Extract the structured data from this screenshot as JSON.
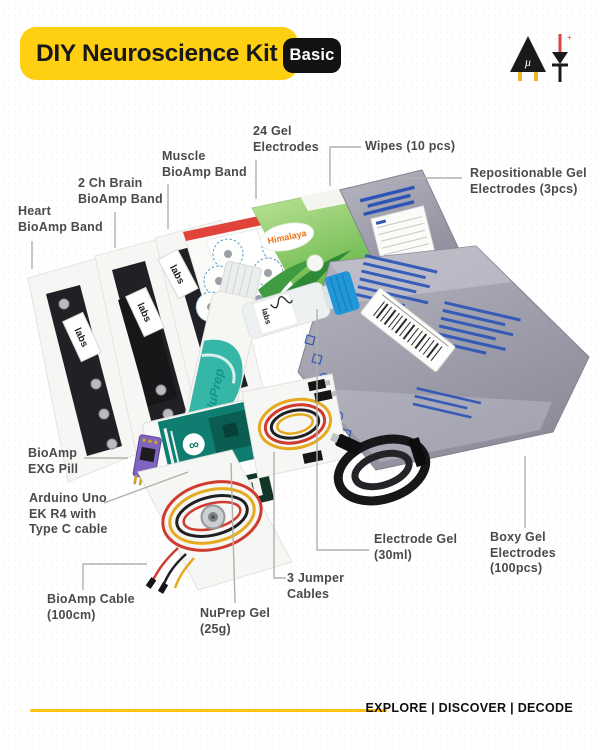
{
  "header": {
    "title": "DIY Neuroscience Kit",
    "badge": "Basic"
  },
  "logo": {
    "name": "upside-down-labs-logo",
    "opamp_mu": "µ"
  },
  "annotations": {
    "heart": {
      "lines": [
        "Heart",
        "BioAmp Band"
      ]
    },
    "brain": {
      "lines": [
        "2 Ch Brain",
        "BioAmp Band"
      ]
    },
    "muscle": {
      "lines": [
        "Muscle",
        "BioAmp Band"
      ]
    },
    "gel24": {
      "lines": [
        "24 Gel",
        "Electrodes"
      ]
    },
    "wipes": {
      "lines": [
        "Wipes (10 pcs)"
      ]
    },
    "repositionable": {
      "lines": [
        "Repositionable Gel",
        "Electrodes (3pcs)"
      ]
    },
    "exg_pill": {
      "lines": [
        "BioAmp",
        "EXG Pill"
      ]
    },
    "arduino": {
      "lines": [
        "Arduino Uno",
        "EK R4 with",
        "Type C cable"
      ]
    },
    "bioamp_cable": {
      "lines": [
        "BioAmp Cable",
        "(100cm)"
      ]
    },
    "nuprep": {
      "lines": [
        "NuPrep Gel",
        "(25g)"
      ]
    },
    "jumper": {
      "lines": [
        "3 Jumper",
        "Cables"
      ]
    },
    "electrode_gel": {
      "lines": [
        "Electrode Gel",
        "(30ml)"
      ]
    },
    "boxy": {
      "lines": [
        "Boxy Gel",
        "Electrodes",
        "(100pcs)"
      ]
    }
  },
  "markings": {
    "band_label": "labs",
    "wipes_brand": "Himalaya",
    "nuprep_brand": "NuPrep",
    "bottle_label": "labs",
    "arduino_infinity": "∞"
  },
  "footer": {
    "tagline": "EXPLORE | DISCOVER | DECODE"
  },
  "colors": {
    "banner_yellow": "#FFD012",
    "badge_black": "#121212",
    "footer_rule_yellow": "#FFC20E",
    "label_text": "#4a4a48",
    "leader_line": "#b2b0ab",
    "wipes_green": "#5cb544",
    "pouch_gray": "#9b9aa8",
    "pouch_text_blue": "#2d55b8",
    "arduino_teal": "#0f7d6f",
    "nuprep_teal": "#25b0a0",
    "pill_purple": "#7e64c0"
  }
}
